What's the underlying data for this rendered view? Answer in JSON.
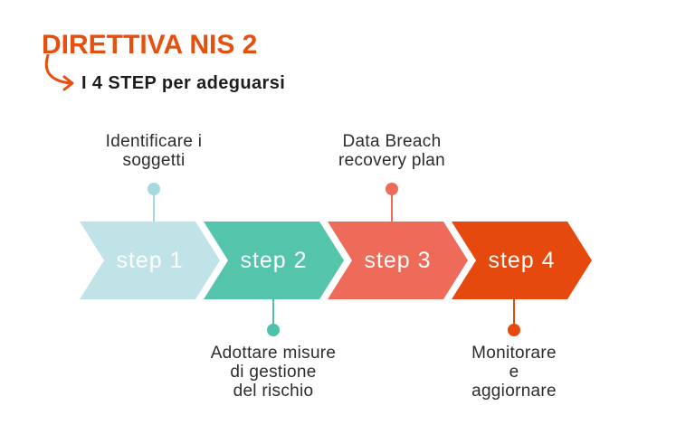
{
  "header": {
    "title": "DIRETTIVA NIS 2",
    "subtitle": "I 4 STEP per adeguarsi"
  },
  "steps": [
    {
      "label": "step 1",
      "annotation": "Identificare i\nsoggetti",
      "annotation_position": "top",
      "color": "#bfe3e6",
      "dot_color": "#a5d9e0"
    },
    {
      "label": "step 2",
      "annotation": "Adottare misure\ndi gestione\ndel rischio",
      "annotation_position": "bottom",
      "color": "#54c4ab",
      "dot_color": "#4ec1a8"
    },
    {
      "label": "step 3",
      "annotation": "Data Breach\nrecovery plan",
      "annotation_position": "top",
      "color": "#ee6b5a",
      "dot_color": "#ee6b5a"
    },
    {
      "label": "step 4",
      "annotation": "Monitorare\ne\naggiornare",
      "annotation_position": "bottom",
      "color": "#e6490d",
      "dot_color": "#e6490d"
    }
  ],
  "colors": {
    "accent_orange": "#e6500e",
    "text_dark": "#2d2c2b",
    "background": "#ffffff",
    "step_label_text": "#ffffff"
  },
  "icons": {
    "curved_arrow": "curved-arrow-icon"
  }
}
